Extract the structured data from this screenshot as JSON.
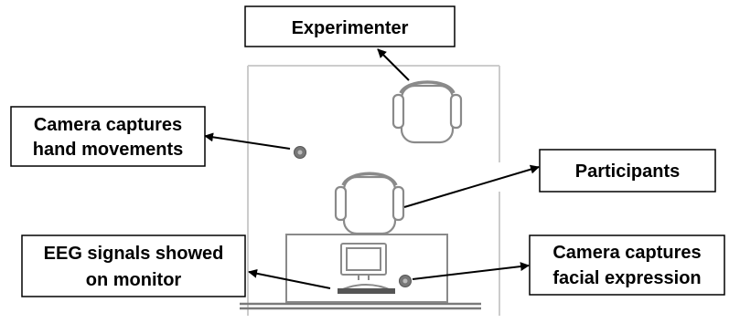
{
  "labels": {
    "experimenter": "Experimenter",
    "camera_hand_line1": "Camera captures",
    "camera_hand_line2": "hand movements",
    "participants": "Participants",
    "eeg_line1": "EEG signals showed",
    "eeg_line2": "on monitor",
    "camera_face_line1": "Camera captures",
    "camera_face_line2": "facial expression"
  },
  "colors": {
    "line": "#000000",
    "room_outline": "#c8c8c8",
    "furniture_stroke": "#8a8a8a",
    "camera_fill": "#777777"
  }
}
